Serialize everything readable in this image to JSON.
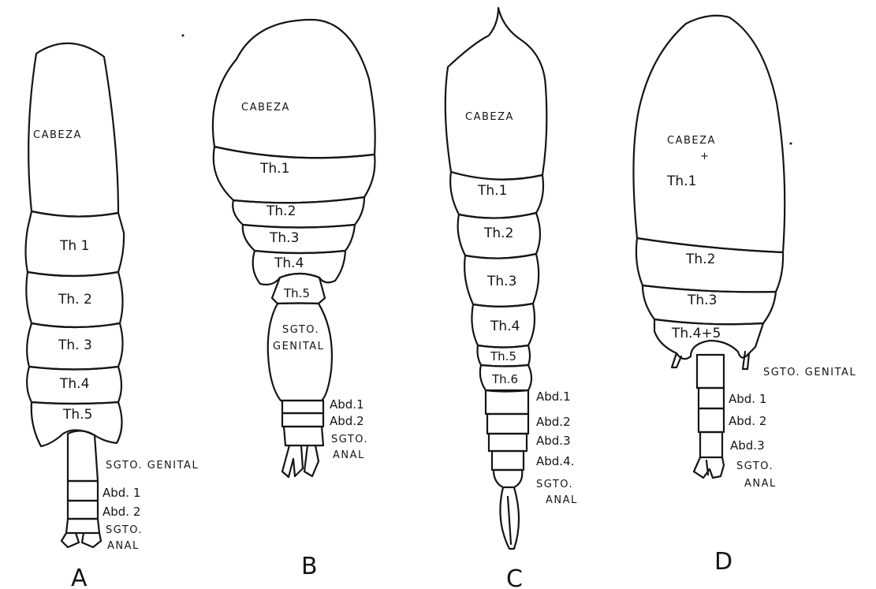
{
  "figures": [
    {
      "letter": "A",
      "labels": {
        "head": "CABEZA",
        "th1": "Th 1",
        "th2": "Th. 2",
        "th3": "Th. 3",
        "th4": "Th.4",
        "th5": "Th.5",
        "genital": "SGTO. GENITAL",
        "abd1": "Abd. 1",
        "abd2": "Abd. 2",
        "anal1": "SGTO.",
        "anal2": "ANAL"
      }
    },
    {
      "letter": "B",
      "labels": {
        "head": "CABEZA",
        "th1": "Th.1",
        "th2": "Th.2",
        "th3": "Th.3",
        "th4": "Th.4",
        "th5": "Th.5",
        "genital1": "SGTO.",
        "genital2": "GENITAL",
        "abd1": "Abd.1",
        "abd2": "Abd.2",
        "anal1": "SGTO.",
        "anal2": "ANAL"
      }
    },
    {
      "letter": "C",
      "labels": {
        "head": "CABEZA",
        "th1": "Th.1",
        "th2": "Th.2",
        "th3": "Th.3",
        "th4": "Th.4",
        "th5": "Th.5",
        "th6": "Th.6",
        "abd1": "Abd.1",
        "abd2": "Abd.2",
        "abd3": "Abd.3",
        "abd4": "Abd.4.",
        "anal1": "SGTO.",
        "anal2": "ANAL"
      }
    },
    {
      "letter": "D",
      "labels": {
        "head": "CABEZA",
        "plus": "+",
        "th1": "Th.1",
        "th2": "Th.2",
        "th3": "Th.3",
        "th45": "Th.4+5",
        "genital": "SGTO. GENITAL",
        "abd1": "Abd. 1",
        "abd2": "Abd. 2",
        "abd3": "Abd.3",
        "anal1": "SGTO.",
        "anal2": "ANAL"
      }
    }
  ]
}
